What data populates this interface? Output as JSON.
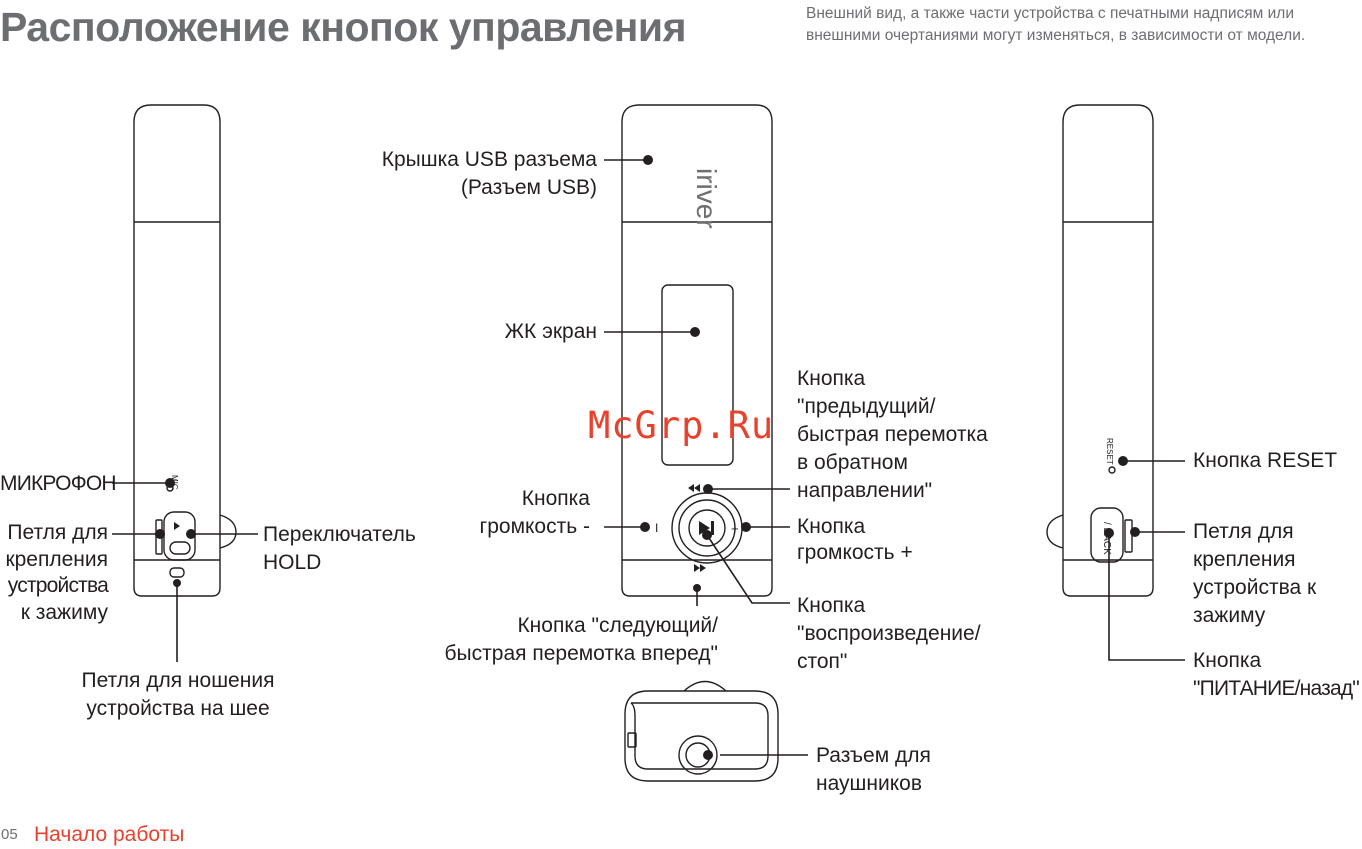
{
  "header": {
    "title": "Расположение кнопок управления",
    "note_line1": "Внешний вид, а также части устройства с печатными надписям или",
    "note_line2": "внешними очертаниями могут изменяться, в зависимости от модели."
  },
  "device_print": {
    "brand": "iriver",
    "mic": "MIC",
    "reset": "RESET",
    "back": "/ BACK",
    "minus": "I",
    "plus": "+"
  },
  "labels": {
    "usb_cover_1": "Крышка USB разъема",
    "usb_cover_2": "(Разъем USB)",
    "lcd": "ЖК экран",
    "prev_1": "Кнопка",
    "prev_2": "\"предыдущий/",
    "prev_3": "быстрая перемотка",
    "prev_4": "в обратном",
    "prev_5": "направлении\"",
    "vol_minus_1": "Кнопка",
    "vol_minus_2": "громкость -",
    "vol_plus_1": "Кнопка",
    "vol_plus_2": "громкость +",
    "next_1": "Кнопка \"следующий/",
    "next_2": "быстрая перемотка вперед\"",
    "play_1": "Кнопка",
    "play_2": "\"воспроизведение/",
    "play_3": "стоп\"",
    "headphones_1": "Разъем для",
    "headphones_2": "наушников",
    "mic": "МИКРОФОН",
    "clip_loop_left_1": "Петля для",
    "clip_loop_left_2": "крепления",
    "clip_loop_left_3": "устройства",
    "clip_loop_left_4": "к зажиму",
    "hold_1": "Переключатель",
    "hold_2": "HOLD",
    "neck_loop_1": "Петля для ношения",
    "neck_loop_2": "устройства на шее",
    "reset": "Кнопка RESET",
    "clip_loop_right_1": "Петля для",
    "clip_loop_right_2": "крепления",
    "clip_loop_right_3": "устройства к",
    "clip_loop_right_4": "зажиму",
    "power_1": "Кнопка",
    "power_2": "\"ПИТАНИЕ/назад\""
  },
  "footer": {
    "page_number": "05",
    "section": "Начало работы"
  },
  "watermark": "McGrp.Ru",
  "colors": {
    "title_gray": "#6d6e71",
    "outline": "#231f20",
    "accent": "#e8412c"
  }
}
